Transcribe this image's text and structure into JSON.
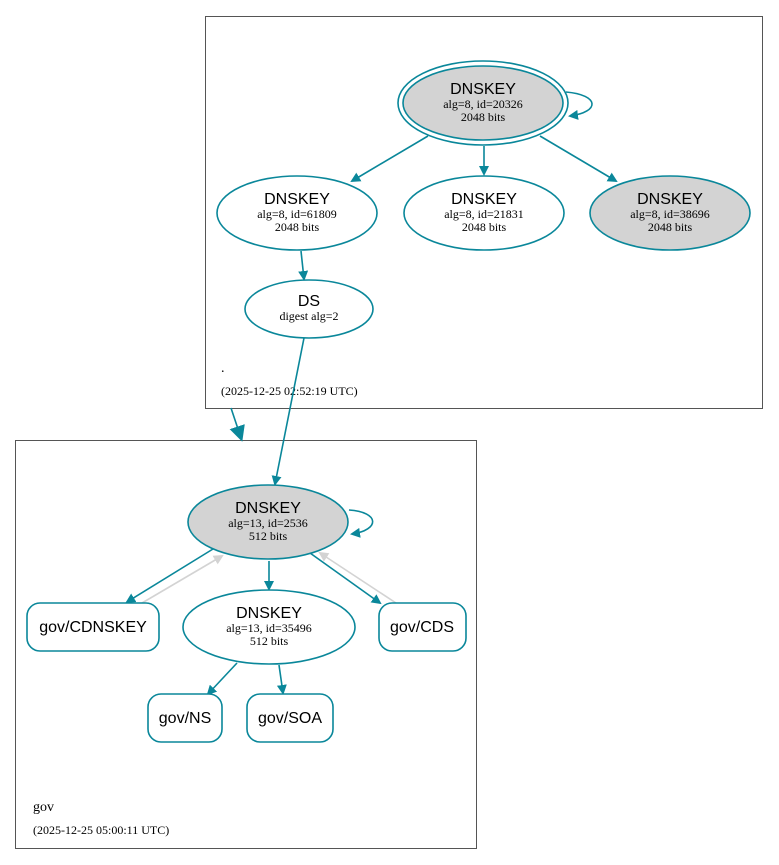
{
  "colors": {
    "teal": "#0a879a",
    "gray_fill": "#d3d3d3",
    "white_fill": "#ffffff",
    "light_edge": "#d3d3d3"
  },
  "zones": {
    "root": {
      "name": ".",
      "timestamp": "(2025-12-25 02:52:19 UTC)"
    },
    "gov": {
      "name": "gov",
      "timestamp": "(2025-12-25 05:00:11 UTC)"
    }
  },
  "nodes": {
    "root_ksk": {
      "title": "DNSKEY",
      "line1": "alg=8, id=20326",
      "line2": "2048 bits"
    },
    "root_zsk1": {
      "title": "DNSKEY",
      "line1": "alg=8, id=61809",
      "line2": "2048 bits"
    },
    "root_zsk2": {
      "title": "DNSKEY",
      "line1": "alg=8, id=21831",
      "line2": "2048 bits"
    },
    "root_zsk3": {
      "title": "DNSKEY",
      "line1": "alg=8, id=38696",
      "line2": "2048 bits"
    },
    "ds": {
      "title": "DS",
      "line1": "digest alg=2"
    },
    "gov_ksk": {
      "title": "DNSKEY",
      "line1": "alg=13, id=2536",
      "line2": "512 bits"
    },
    "gov_zsk": {
      "title": "DNSKEY",
      "line1": "alg=13, id=35496",
      "line2": "512 bits"
    },
    "gov_cdnskey": {
      "label": "gov/CDNSKEY"
    },
    "gov_cds": {
      "label": "gov/CDS"
    },
    "gov_ns": {
      "label": "gov/NS"
    },
    "gov_soa": {
      "label": "gov/SOA"
    }
  }
}
